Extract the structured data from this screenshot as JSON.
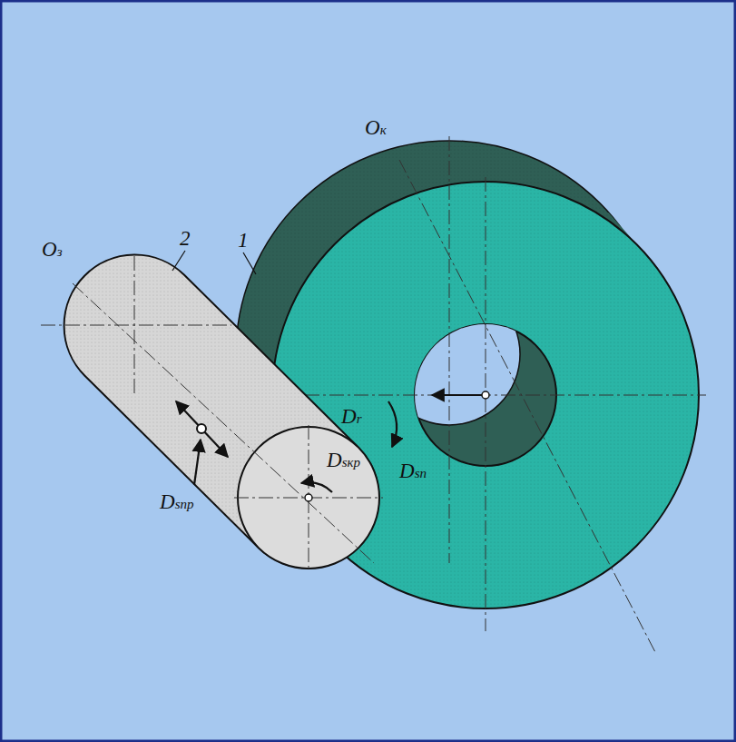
{
  "diagram": {
    "labels": [
      "Oз",
      "2",
      "1",
      "Oк",
      "Dr",
      "Dsкр",
      "Dsпр",
      "Dsп"
    ]
  }
}
